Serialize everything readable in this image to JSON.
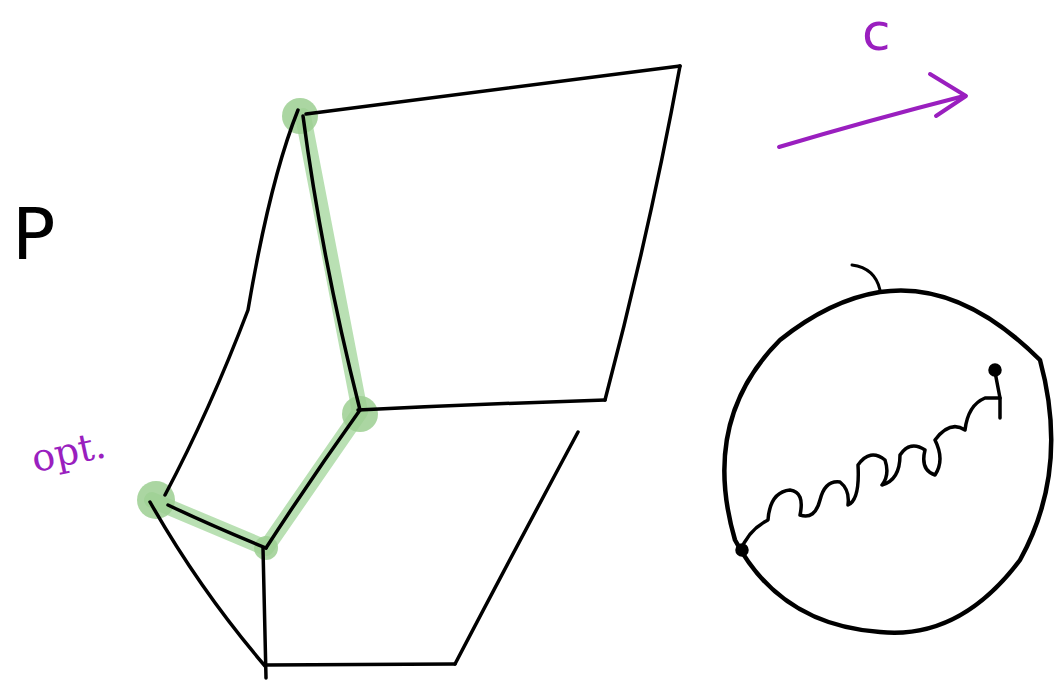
{
  "diagram": {
    "labels": [
      "c",
      "P",
      "opt."
    ]
  }
}
